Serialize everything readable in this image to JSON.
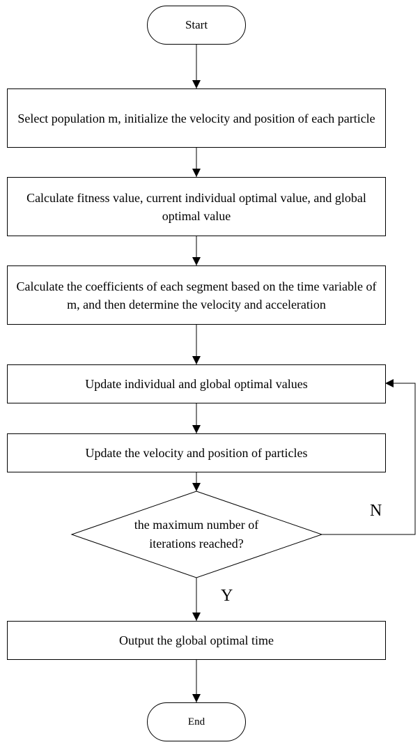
{
  "flowchart": {
    "start": "Start",
    "steps": [
      "Select population m, initialize the velocity and position of each particle",
      "Calculate fitness value, current individual optimal value, and global optimal value",
      "Calculate the coefficients of each segment based on the time variable of m, and then determine the velocity and acceleration",
      "Update individual and global optimal values",
      "Update the velocity and position of particles"
    ],
    "decision": "the maximum number of iterations reached?",
    "no_label": "N",
    "yes_label": "Y",
    "output": "Output the global optimal time",
    "end": "End"
  }
}
